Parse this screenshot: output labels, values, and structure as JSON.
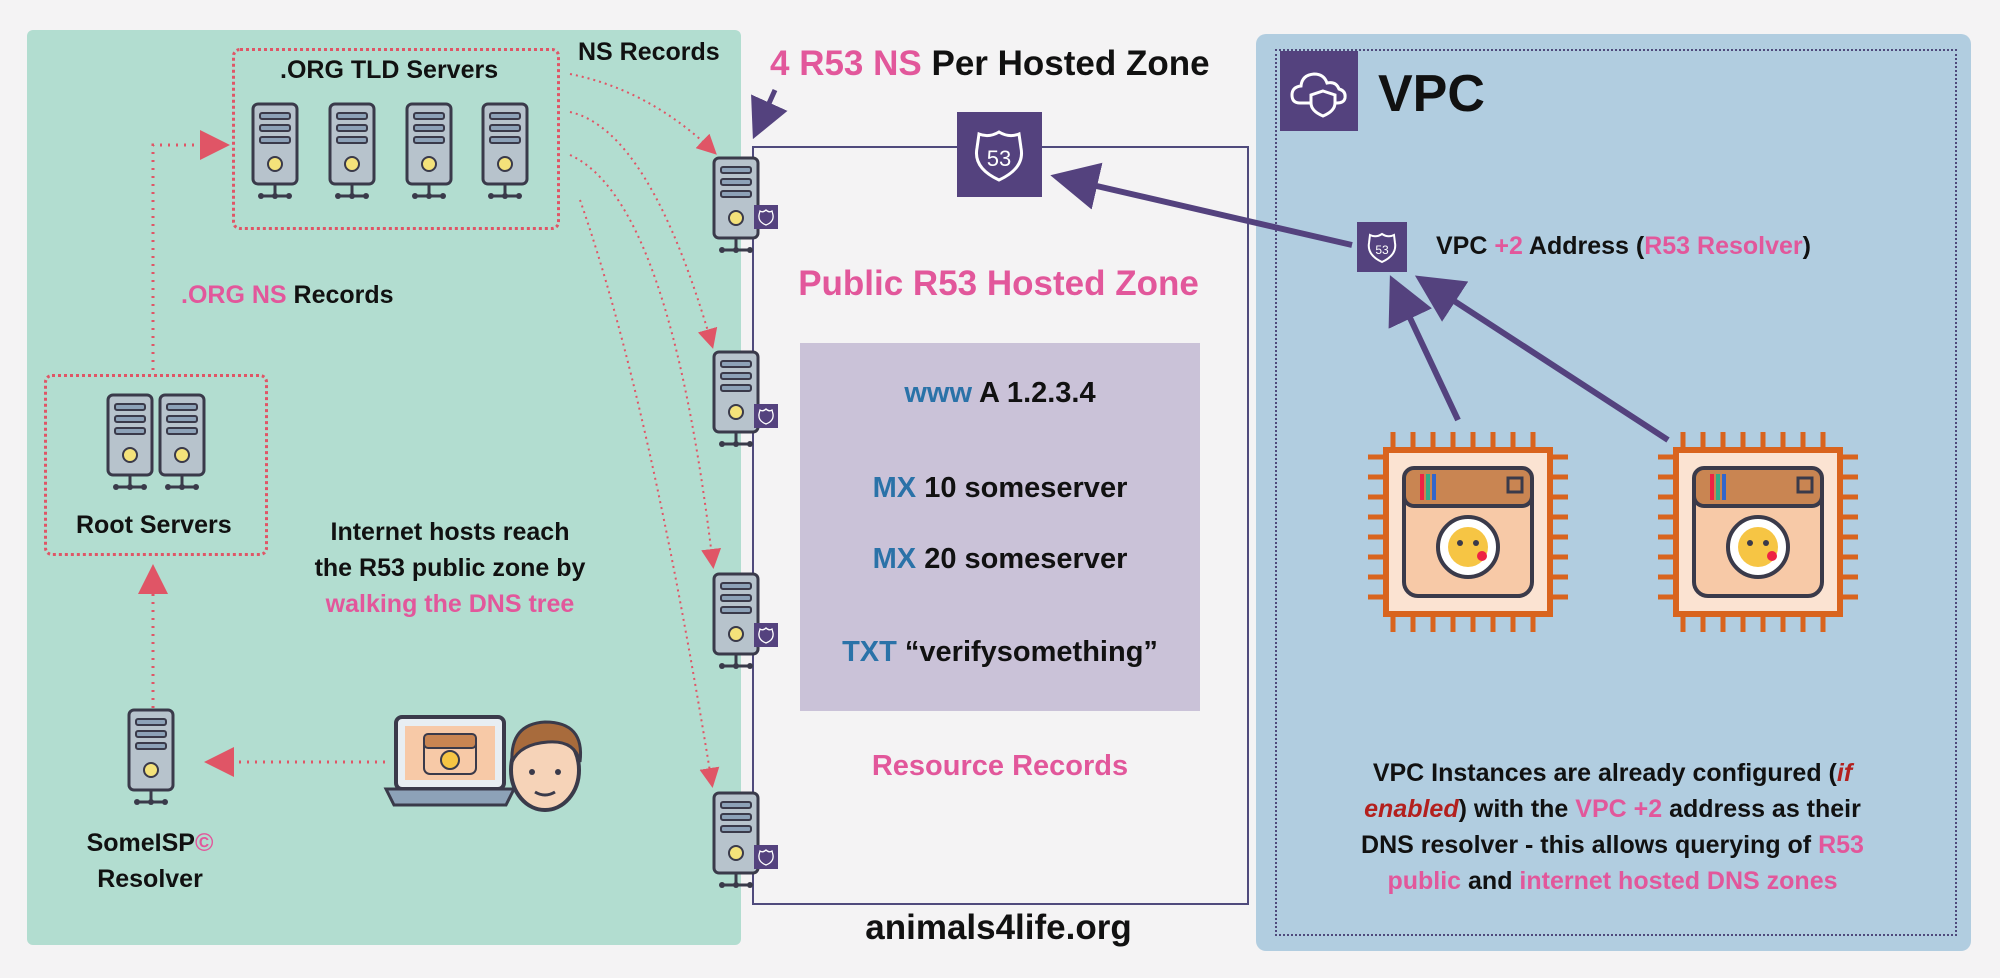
{
  "left": {
    "tld_title": ".ORG TLD Servers",
    "ns_records_label": "NS Records",
    "org_ns_part1": ".ORG NS",
    "org_ns_part2": " Records",
    "root_title": "Root Servers",
    "internet_line1": "Internet hosts reach",
    "internet_line2": "the R53 public zone by",
    "internet_line3": "walking the DNS tree",
    "isp_line1": "SomeISP",
    "isp_copyright": "©",
    "isp_line2": "Resolver"
  },
  "zone": {
    "heading_count": "4 R53 NS",
    "heading_rest": " Per Hosted Zone",
    "title": "Public R53 Hosted Zone",
    "badge_text": "53",
    "records": [
      {
        "type": "www",
        "value": " A 1.2.3.4"
      },
      {
        "type": "MX",
        "value": " 10 someserver"
      },
      {
        "type": "MX",
        "value": " 20 someserver"
      },
      {
        "type": "TXT",
        "value": " “verifysomething”"
      }
    ],
    "resource_label": "Resource Records",
    "domain": "animals4life.org"
  },
  "vpc": {
    "title": "VPC",
    "addr_part1": "VPC ",
    "addr_plus": "+2",
    "addr_part2": " Address (",
    "addr_resolver": "R53 Resolver",
    "addr_part3": ")",
    "desc": {
      "p1": "VPC Instances are already configured (",
      "if_enabled1": "if",
      "if_enabled2": "enabled",
      "p2": ") with the ",
      "vpc2": "VPC +2",
      "p3": " address as their",
      "p4": "DNS resolver - this allows querying of ",
      "r53": "R53",
      "public": "public",
      "p5": " and ",
      "internet": "internet hosted DNS zones"
    }
  },
  "colors": {
    "left_panel": "#b2ddd0",
    "vpc_panel": "#b1cde0",
    "accent_pink": "#e2579b",
    "record_blue": "#2a72a8",
    "aws_purple": "#54427e",
    "dotted_red": "#e05566",
    "chip_orange": "#d9641e"
  }
}
